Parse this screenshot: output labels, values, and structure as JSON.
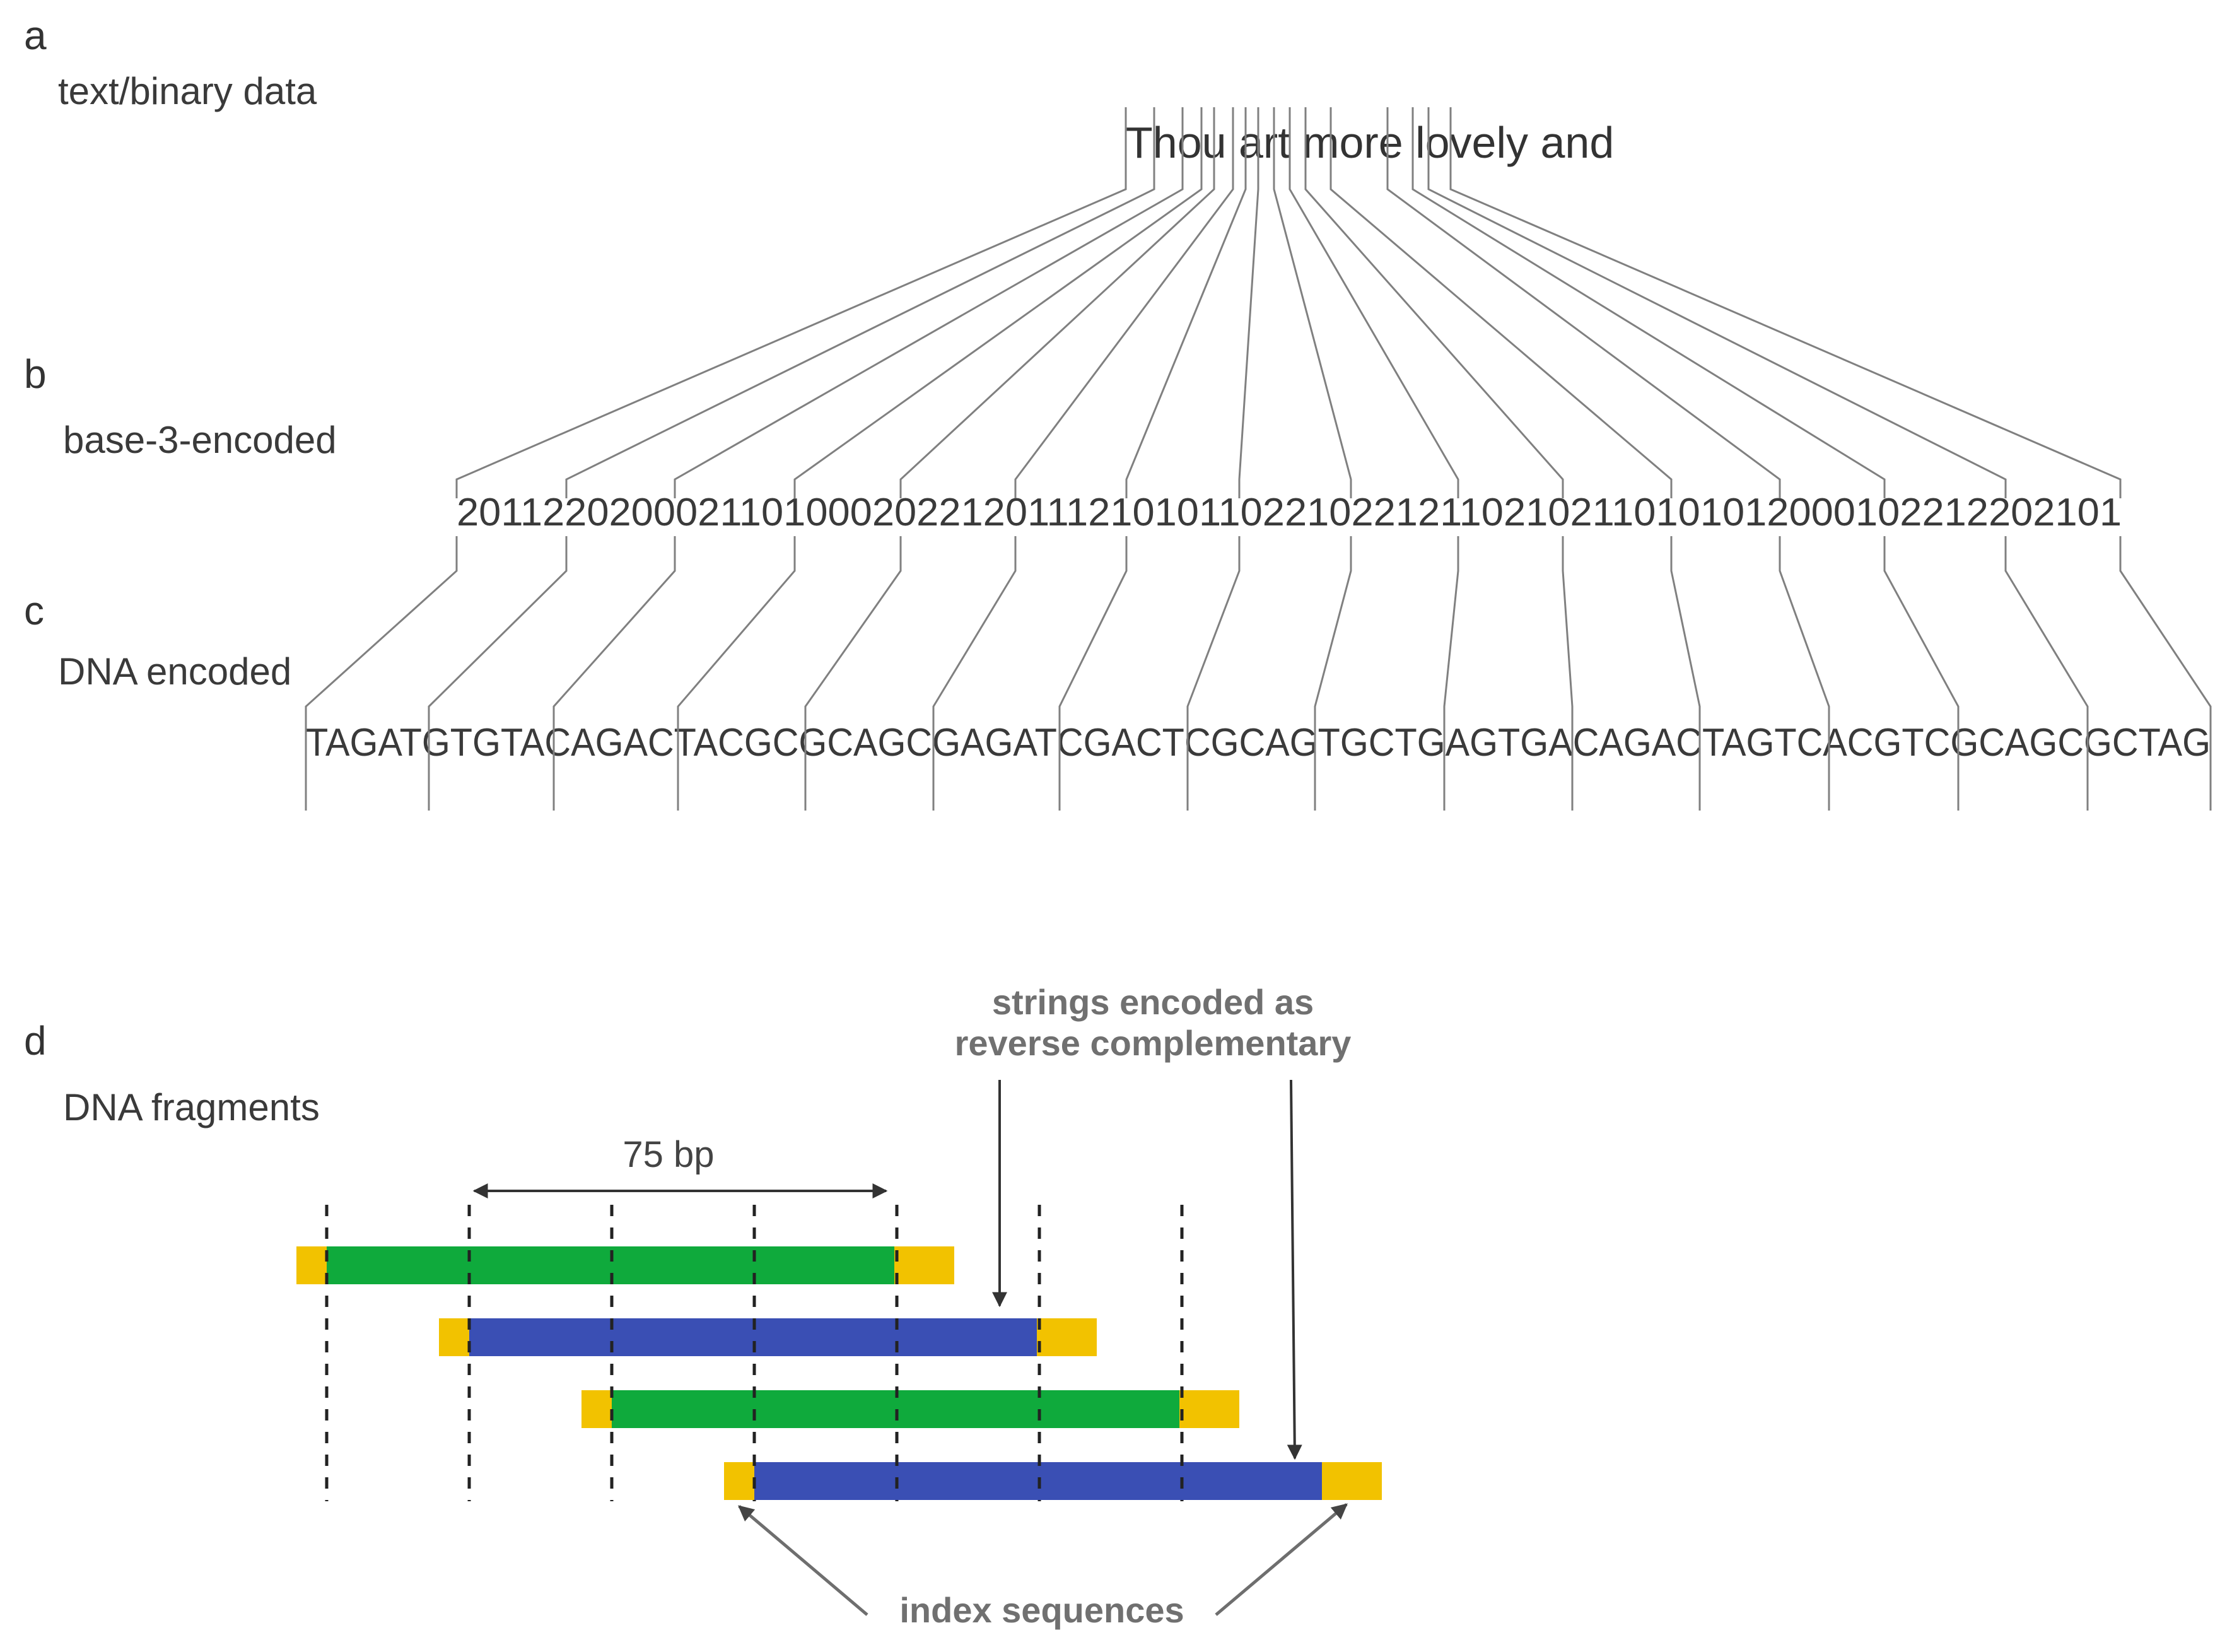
{
  "panels": {
    "a": {
      "letter": "a",
      "label": "text/binary data",
      "text": "Thou art more lovely and"
    },
    "b": {
      "letter": "b",
      "label": "base-3-encoded",
      "text": "2011220200021101000202212011121010110221022121102102110101012000102212202101"
    },
    "c": {
      "letter": "c",
      "label": "DNA encoded",
      "text": "TAGATGTGTACAGACTACGCGCAGCGAGATCGACTCGCAGTGCTGAGTGACAGACTAGTCACGTCGCAGCGCTAG"
    },
    "d": {
      "letter": "d",
      "label": "DNA fragments",
      "bp_label": "75 bp",
      "annotation_top": [
        "strings encoded as",
        "reverse complementary"
      ],
      "annotation_bottom": "index sequences",
      "fragments": [
        {
          "type": "forward",
          "color": "#0faa3c"
        },
        {
          "type": "reverse_complement",
          "color": "#3a4fb4"
        },
        {
          "type": "forward",
          "color": "#0faa3c"
        },
        {
          "type": "reverse_complement",
          "color": "#3a4fb4"
        }
      ],
      "index_color": "#f2c200"
    }
  }
}
